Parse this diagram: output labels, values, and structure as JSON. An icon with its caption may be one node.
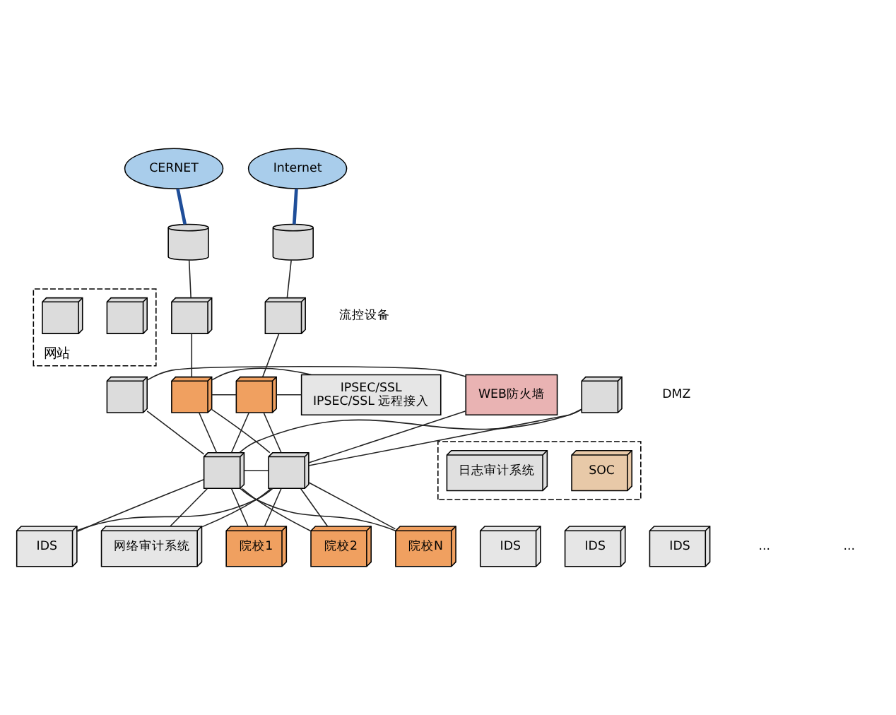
{
  "diagram": {
    "nodes": [
      {
        "text": [
          "网站"
        ]
      },
      {
        "text": [],
        "shape": "picture",
        "in": 0
      },
      {
        "text": [],
        "shape": "picture",
        "in": 0
      },
      {
        "text": [],
        "shape": "picture"
      },
      {
        "text": [
          "CERNET"
        ]
      },
      {
        "text": [
          "Internet"
        ]
      },
      {
        "text": [],
        "shape": "cylinder"
      },
      {
        "text": [],
        "shape": "cylinder"
      },
      {
        "text": [],
        "shape": "picture"
      },
      {
        "text": [],
        "shape": "picture",
        "beside": [
          "流控设备"
        ]
      },
      {
        "text": [],
        "shape": "picture"
      },
      {
        "text": [],
        "shape": "picture"
      },
      {
        "text": [
          "WEB防火墙"
        ]
      },
      {
        "text": [
          "IPSEC/SSL",
          "IPSEC/SSL 远程接入"
        ]
      },
      {
        "text": [],
        "shape": "picture"
      },
      {
        "text": [],
        "shape": "picture"
      },
      {
        "text": [],
        "shape": "box"
      },
      {
        "text": [
          "SOC"
        ],
        "in": 16
      },
      {
        "text": [
          "日志审计系统"
        ],
        "in": 16
      },
      {
        "text": [],
        "shape": "picture"
      },
      {
        "text": [
          "IDS"
        ]
      },
      {
        "text": [
          "网络审计系统"
        ]
      },
      {
        "text": [
          "院校1"
        ]
      },
      {
        "text": [
          "IDS"
        ]
      },
      {
        "text": [
          "院校2"
        ]
      },
      {
        "text": [
          "IDS"
        ]
      },
      {
        "text": [
          "院校N"
        ]
      },
      {
        "text": [
          "IDS"
        ]
      }
    ],
    "edges": [
      {
        "from": 4,
        "to": 6,
        "arrow": "none",
        "style": "thick",
        "color": "#1f4e99"
      },
      {
        "from": 5,
        "to": 7,
        "arrow": "none",
        "style": "thick",
        "color": "#1f4e99"
      },
      {
        "from": 6,
        "to": 8,
        "arrow": "none"
      },
      {
        "from": 7,
        "to": 9,
        "arrow": "none"
      },
      {
        "from": 8,
        "to": 10,
        "arrow": "none"
      },
      {
        "from": 9,
        "to": 11,
        "arrow": "none"
      },
      {
        "from": 10,
        "to": 11,
        "arrow": "none"
      },
      {
        "from": 10,
        "to": 13,
        "arrow": "none"
      },
      {
        "from": 11,
        "to": 13,
        "arrow": "none"
      },
      {
        "from": 10,
        "to": 14,
        "arrow": "none"
      },
      {
        "from": 10,
        "to": 15,
        "arrow": "none"
      },
      {
        "from": 11,
        "to": 14,
        "arrow": "none"
      },
      {
        "from": 11,
        "to": 15,
        "arrow": "none"
      },
      {
        "from": 3,
        "to": 12,
        "arrow": "none"
      },
      {
        "from": 3,
        "to": 14,
        "arrow": "none"
      },
      {
        "from": 12,
        "to": 15,
        "arrow": "none"
      },
      {
        "from": 14,
        "to": 15,
        "arrow": "none"
      },
      {
        "from": 19,
        "to": 14,
        "arrow": "none"
      },
      {
        "from": 19,
        "to": 15,
        "arrow": "none"
      },
      {
        "from": 14,
        "to": 20,
        "arrow": "none"
      },
      {
        "from": 15,
        "to": 20,
        "arrow": "none"
      },
      {
        "from": 14,
        "to": 21,
        "arrow": "none"
      },
      {
        "from": 15,
        "to": 21,
        "arrow": "none"
      },
      {
        "from": 14,
        "to": 22,
        "arrow": "none"
      },
      {
        "from": 15,
        "to": 22,
        "arrow": "none"
      },
      {
        "from": 14,
        "to": 24,
        "arrow": "none"
      },
      {
        "from": 15,
        "to": 24,
        "arrow": "none"
      },
      {
        "from": 14,
        "to": 26,
        "arrow": "none"
      },
      {
        "from": 15,
        "to": 26,
        "arrow": "none"
      }
    ],
    "labels": [
      "DMZ",
      "...",
      "..."
    ]
  }
}
